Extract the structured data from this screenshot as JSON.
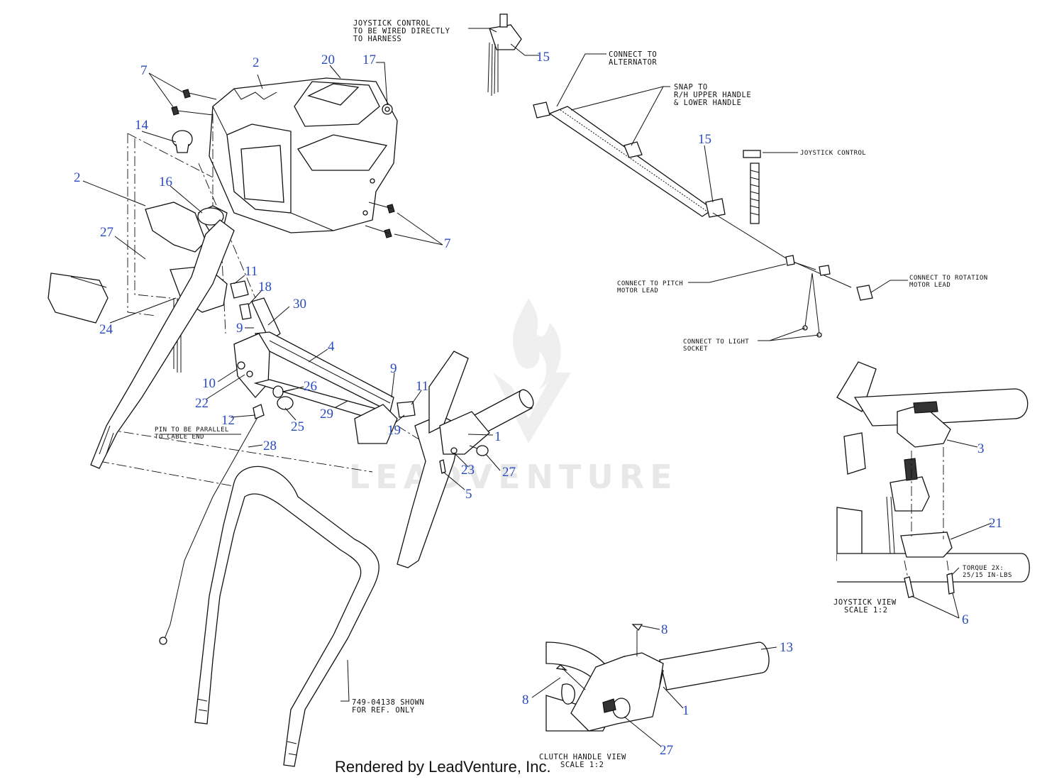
{
  "footer": "Rendered by LeadVenture, Inc.",
  "watermark": "LEADVENTURE",
  "annotations": {
    "joystick_harness": [
      "JOYSTICK CONTROL",
      "TO BE WIRED DIRECTLY",
      "TO HARNESS"
    ],
    "alternator": [
      "CONNECT TO",
      "ALTERNATOR"
    ],
    "snap": [
      "SNAP TO",
      "R/H  UPPER HANDLE",
      "& LOWER HANDLE"
    ],
    "joystick_control": "JOYSTICK CONTROL",
    "pitch": [
      "CONNECT TO PITCH",
      "MOTOR LEAD"
    ],
    "rotation": [
      "CONNECT TO ROTATION",
      "MOTOR LEAD"
    ],
    "light": [
      "CONNECT TO LIGHT",
      "SOCKET"
    ],
    "pin": [
      "PIN TO BE PARALLEL",
      "TO CABLE END"
    ],
    "ref": [
      "749-04138 SHOWN",
      "FOR REF. ONLY"
    ],
    "joystick_view": [
      "JOYSTICK VIEW",
      "SCALE 1:2"
    ],
    "torque": [
      "TORQUE 2X:",
      "25/15 IN-LBS"
    ],
    "clutch_view": [
      "CLUTCH HANDLE VIEW",
      "SCALE 1:2"
    ]
  },
  "callouts": [
    "2",
    "20",
    "17",
    "15",
    "7",
    "14",
    "2",
    "16",
    "27",
    "11",
    "18",
    "30",
    "9",
    "24",
    "4",
    "10",
    "9",
    "26",
    "11",
    "22",
    "25",
    "29",
    "19",
    "12",
    "28",
    "1",
    "23",
    "27",
    "5",
    "7",
    "15",
    "3",
    "21",
    "6",
    "8",
    "13",
    "8",
    "1",
    "27"
  ]
}
